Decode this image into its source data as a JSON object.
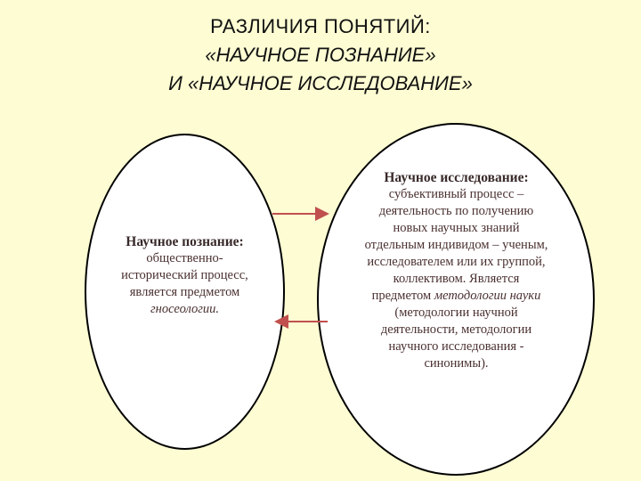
{
  "title": {
    "line1": "РАЗЛИЧИЯ ПОНЯТИЙ:",
    "line2": "«НАУЧНОЕ ПОЗНАНИЕ»",
    "line3": "И «НАУЧНОЕ ИССЛЕДОВАНИЕ»"
  },
  "left": {
    "heading": "Научное познание:",
    "line1": "общественно-",
    "line2": "исторический процесс,",
    "line3": "является предметом",
    "line4": "гносеологии."
  },
  "right": {
    "heading": "Научное исследование:",
    "line1": "субъективный процесс –",
    "line2": "деятельность по получению",
    "line3": "новых научных знаний",
    "line4": "отдельным индивидом – ученым,",
    "line5": "исследователем или их группой,",
    "line6": "коллективом. Является",
    "line7a": "предметом ",
    "line7b": "методологии науки",
    "line8": "(методологии научной",
    "line9": "деятельности, методологии",
    "line10": "научного исследования -",
    "line11": "синонимы)."
  },
  "colors": {
    "background": "#fdfcd3",
    "arrow": "#c0504d",
    "body_text": "#4a3030"
  }
}
